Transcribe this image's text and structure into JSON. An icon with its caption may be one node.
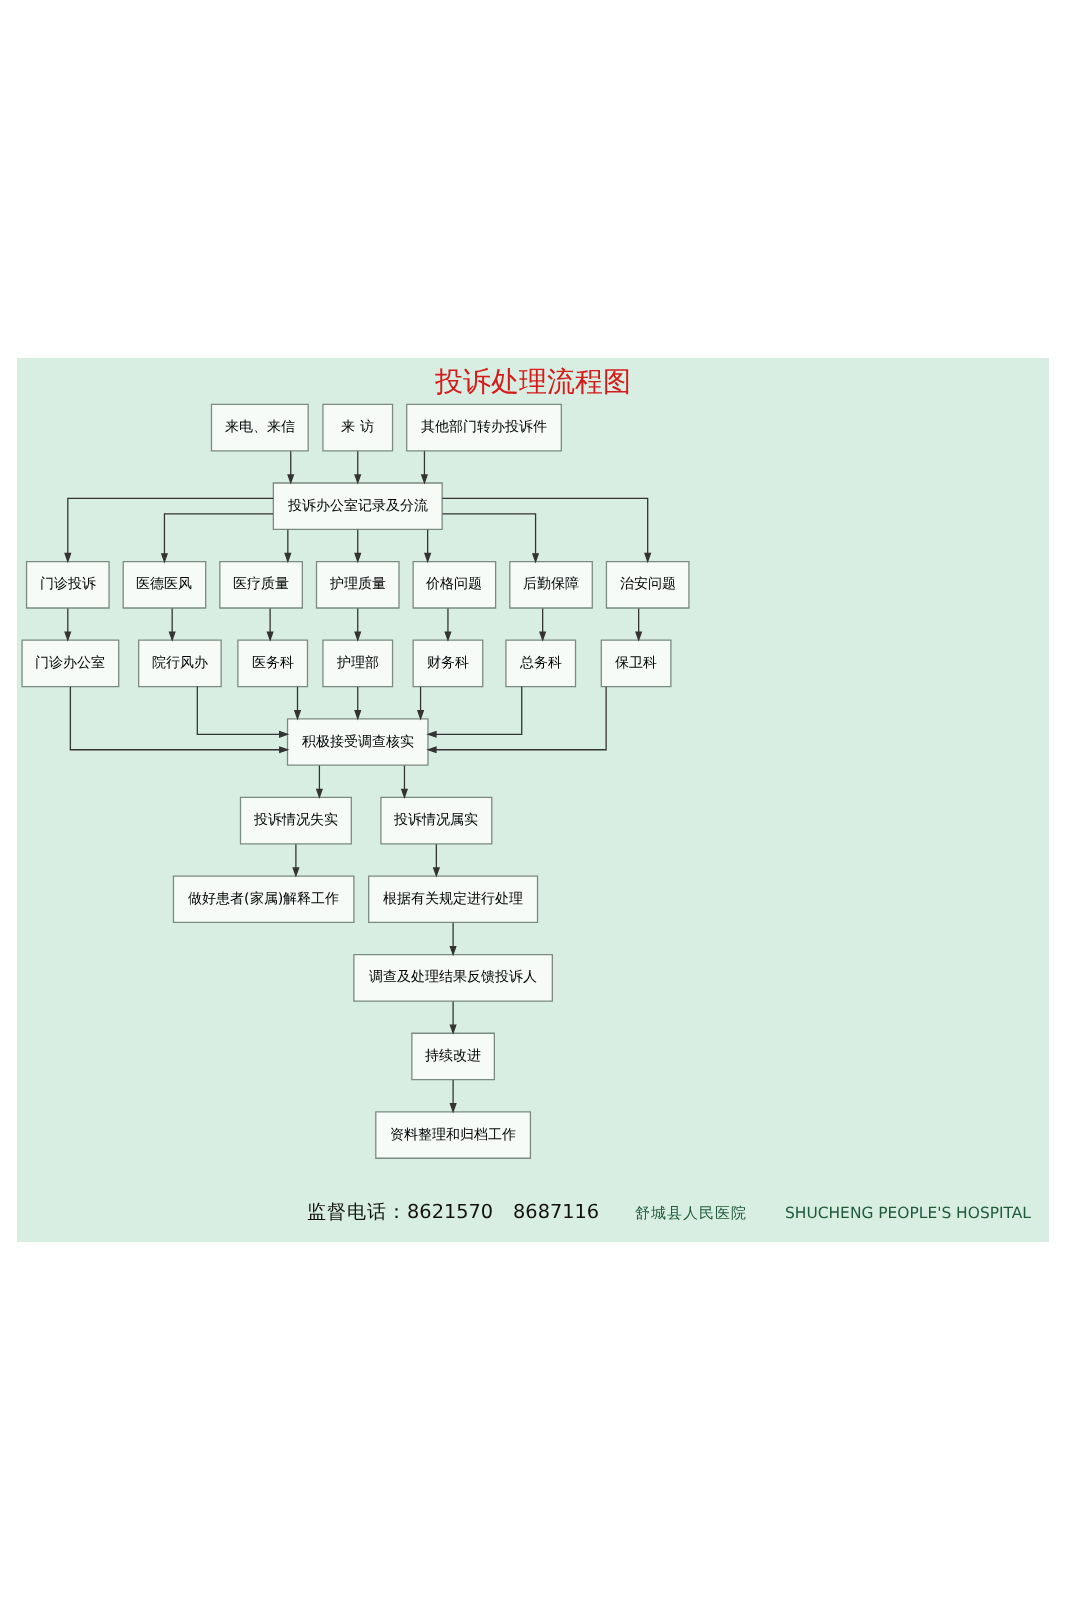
{
  "diagram": {
    "title": "投诉处理流程图",
    "nodes": [
      {
        "text": [
          "来电、来信"
        ]
      },
      {
        "text": [
          "来 访"
        ]
      },
      {
        "text": [
          "其他部门转办投诉件"
        ]
      },
      {
        "text": [
          "投诉办公室记录及分流"
        ]
      },
      {
        "text": [
          "门诊投诉"
        ]
      },
      {
        "text": [
          "医德医风"
        ]
      },
      {
        "text": [
          "医疗质量"
        ]
      },
      {
        "text": [
          "护理质量"
        ]
      },
      {
        "text": [
          "价格问题"
        ]
      },
      {
        "text": [
          "后勤保障"
        ]
      },
      {
        "text": [
          "治安问题"
        ]
      },
      {
        "text": [
          "门诊办公室"
        ]
      },
      {
        "text": [
          "院行风办"
        ]
      },
      {
        "text": [
          "医务科"
        ]
      },
      {
        "text": [
          "护理部"
        ]
      },
      {
        "text": [
          "财务科"
        ]
      },
      {
        "text": [
          "总务科"
        ]
      },
      {
        "text": [
          "保卫科"
        ]
      },
      {
        "text": [
          "积极接受调查核实"
        ]
      },
      {
        "text": [
          "投诉情况失实"
        ]
      },
      {
        "text": [
          "投诉情况属实"
        ]
      },
      {
        "text": [
          "做好患者(家属)解释工作"
        ]
      },
      {
        "text": [
          "根据有关规定进行处理"
        ]
      },
      {
        "text": [
          "调查及处理结果反馈投诉人"
        ]
      },
      {
        "text": [
          "持续改进"
        ]
      },
      {
        "text": [
          "资料整理和归档工作"
        ]
      }
    ],
    "edges": [
      {
        "from": 0,
        "to": 3,
        "arrow": "to"
      },
      {
        "from": 1,
        "to": 3,
        "arrow": "to"
      },
      {
        "from": 2,
        "to": 3,
        "arrow": "to"
      },
      {
        "from": 3,
        "to": 4,
        "arrow": "to"
      },
      {
        "from": 3,
        "to": 5,
        "arrow": "to"
      },
      {
        "from": 3,
        "to": 6,
        "arrow": "to"
      },
      {
        "from": 3,
        "to": 7,
        "arrow": "to"
      },
      {
        "from": 3,
        "to": 8,
        "arrow": "to"
      },
      {
        "from": 3,
        "to": 9,
        "arrow": "to"
      },
      {
        "from": 3,
        "to": 10,
        "arrow": "to"
      },
      {
        "from": 4,
        "to": 11,
        "arrow": "to"
      },
      {
        "from": 5,
        "to": 12,
        "arrow": "to"
      },
      {
        "from": 6,
        "to": 13,
        "arrow": "to"
      },
      {
        "from": 7,
        "to": 14,
        "arrow": "to"
      },
      {
        "from": 8,
        "to": 15,
        "arrow": "to"
      },
      {
        "from": 9,
        "to": 16,
        "arrow": "to"
      },
      {
        "from": 10,
        "to": 17,
        "arrow": "to"
      },
      {
        "from": 11,
        "to": 18,
        "arrow": "to"
      },
      {
        "from": 12,
        "to": 18,
        "arrow": "to"
      },
      {
        "from": 13,
        "to": 18,
        "arrow": "to"
      },
      {
        "from": 14,
        "to": 18,
        "arrow": "to"
      },
      {
        "from": 15,
        "to": 18,
        "arrow": "to"
      },
      {
        "from": 16,
        "to": 18,
        "arrow": "to"
      },
      {
        "from": 17,
        "to": 18,
        "arrow": "to"
      },
      {
        "from": 18,
        "to": 19,
        "arrow": "to"
      },
      {
        "from": 18,
        "to": 20,
        "arrow": "to"
      },
      {
        "from": 19,
        "to": 21,
        "arrow": "to"
      },
      {
        "from": 20,
        "to": 22,
        "arrow": "to"
      },
      {
        "from": 22,
        "to": 23,
        "arrow": "to"
      },
      {
        "from": 23,
        "to": 24,
        "arrow": "to"
      },
      {
        "from": 24,
        "to": 25,
        "arrow": "to"
      }
    ],
    "labels": [
      "监督电话：8621570　8687116",
      "舒城县人民医院",
      "SHUCHENG PEOPLE'S HOSPITAL"
    ]
  }
}
